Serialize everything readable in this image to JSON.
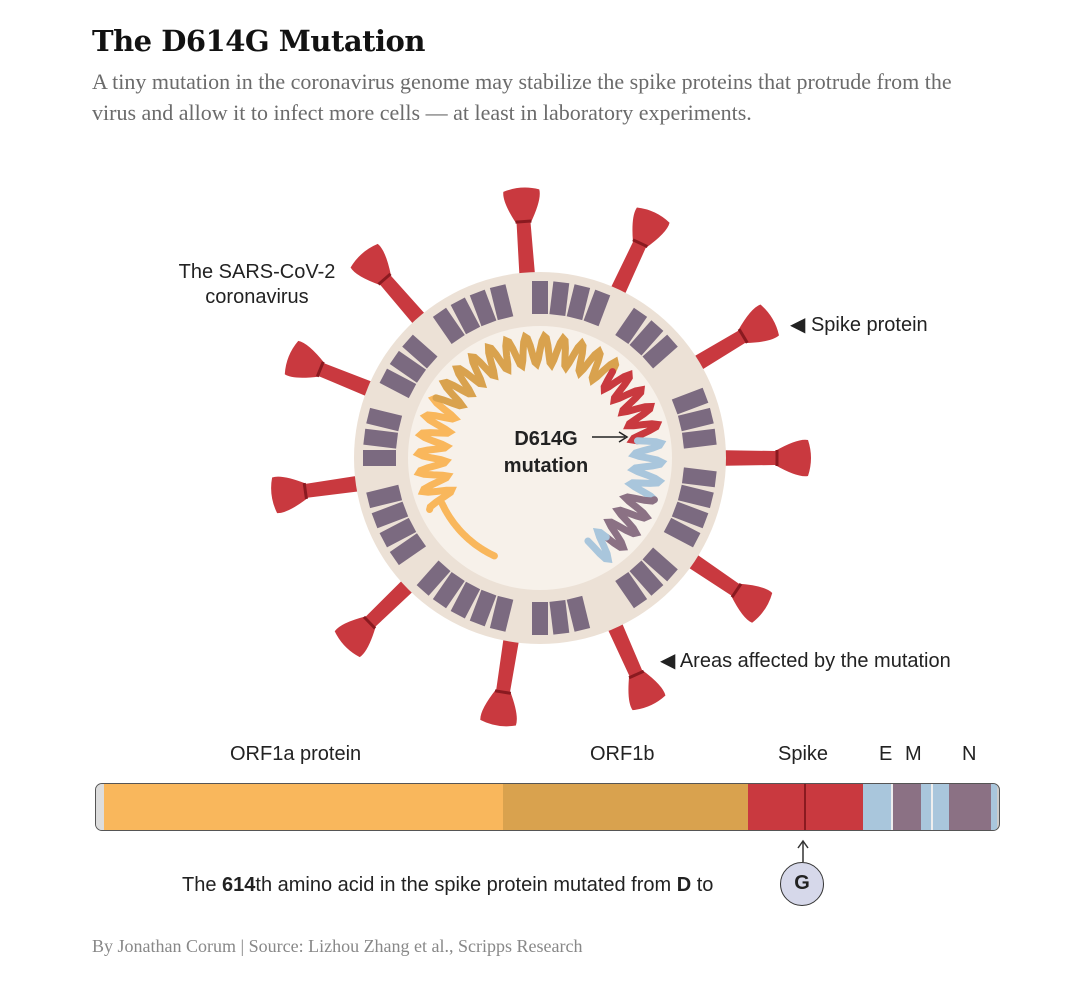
{
  "header": {
    "title": "The D614G Mutation",
    "subtitle": "A tiny mutation in the coronavirus genome may stabilize the spike proteins that protrude from the virus and allow it to infect more cells — at least in laboratory experiments."
  },
  "virus": {
    "name_label": "The SARS-CoV-2 coronavirus",
    "spike_label": "◀ Spike protein",
    "areas_label": "◀ Areas affected by the mutation",
    "mutation_label_1": "D614G",
    "mutation_label_2": "mutation"
  },
  "genome": {
    "segments": [
      "ORF1a protein",
      "ORF1b",
      "Spike",
      "E",
      "M",
      "N"
    ],
    "caption_pre": "The ",
    "caption_num": "614",
    "caption_mid": "th amino acid in the spike protein mutated from ",
    "caption_from": "D",
    "caption_to_word": " to",
    "caption_to": "G"
  },
  "colors": {
    "orf1a": "#f9b75c",
    "orf1b": "#d9a24e",
    "spike": "#c9393f",
    "blue": "#a9c6dc",
    "purple": "#8b7184",
    "membrane": "#ece1d6",
    "rect": "#7b6a80"
  },
  "credit": "By Jonathan Corum | Source: Lizhou Zhang et al., Scripps Research"
}
